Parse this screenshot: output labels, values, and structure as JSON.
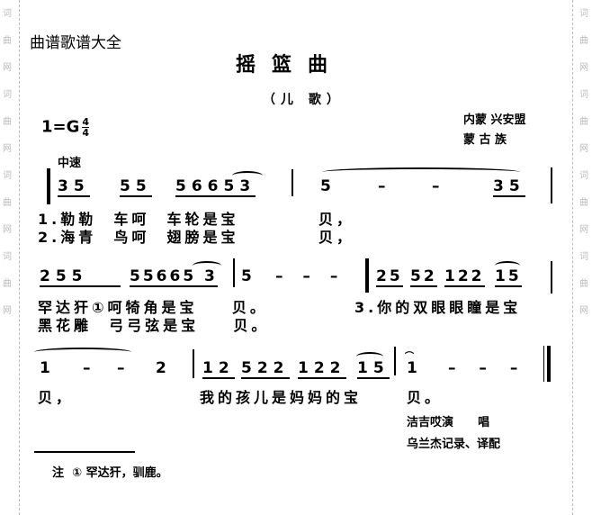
{
  "watermark": {
    "chars": [
      "词",
      "曲",
      "网"
    ]
  },
  "site_label": "曲谱歌谱大全",
  "title": "摇篮曲",
  "subtitle": "（儿 歌）",
  "key": {
    "label": "1=G",
    "time_top": "4",
    "time_bottom": "4"
  },
  "origin": {
    "line1": "内蒙  兴安盟",
    "line2": "蒙  古  族"
  },
  "tempo": "中速",
  "line1": {
    "groups": [
      "35",
      "55",
      "56653",
      "5",
      "–",
      "–",
      "35"
    ],
    "lyrics1": "1.勒勒  车呵  车轮是宝",
    "lyrics2": "2.海青  鸟呵  翅膀是宝",
    "lyrics1_end": "贝，",
    "lyrics2_end": "贝，"
  },
  "line2": {
    "groups": [
      "255",
      "55665 3",
      "5",
      "– – –",
      "25",
      "52",
      "122",
      "15"
    ],
    "lyrics1": "罕达犴①呵犄角是宝    贝。",
    "lyrics2": "黑花雕  弓弓弦是宝    贝。",
    "lyrics3": "3.你的双眼眼瞳是宝"
  },
  "line3": {
    "groups": [
      "1",
      "–",
      "–",
      "2",
      "12",
      "522",
      "122",
      "15",
      "1",
      "– – –"
    ],
    "lyrics_a": "贝，",
    "lyrics_b": "我的孩儿是妈妈的宝",
    "lyrics_c": "贝。"
  },
  "credits": {
    "singer": "洁吉哎演      唱",
    "recorder": "乌兰杰记录、译配"
  },
  "footnote": "注  ① 罕达犴，驯鹿。"
}
